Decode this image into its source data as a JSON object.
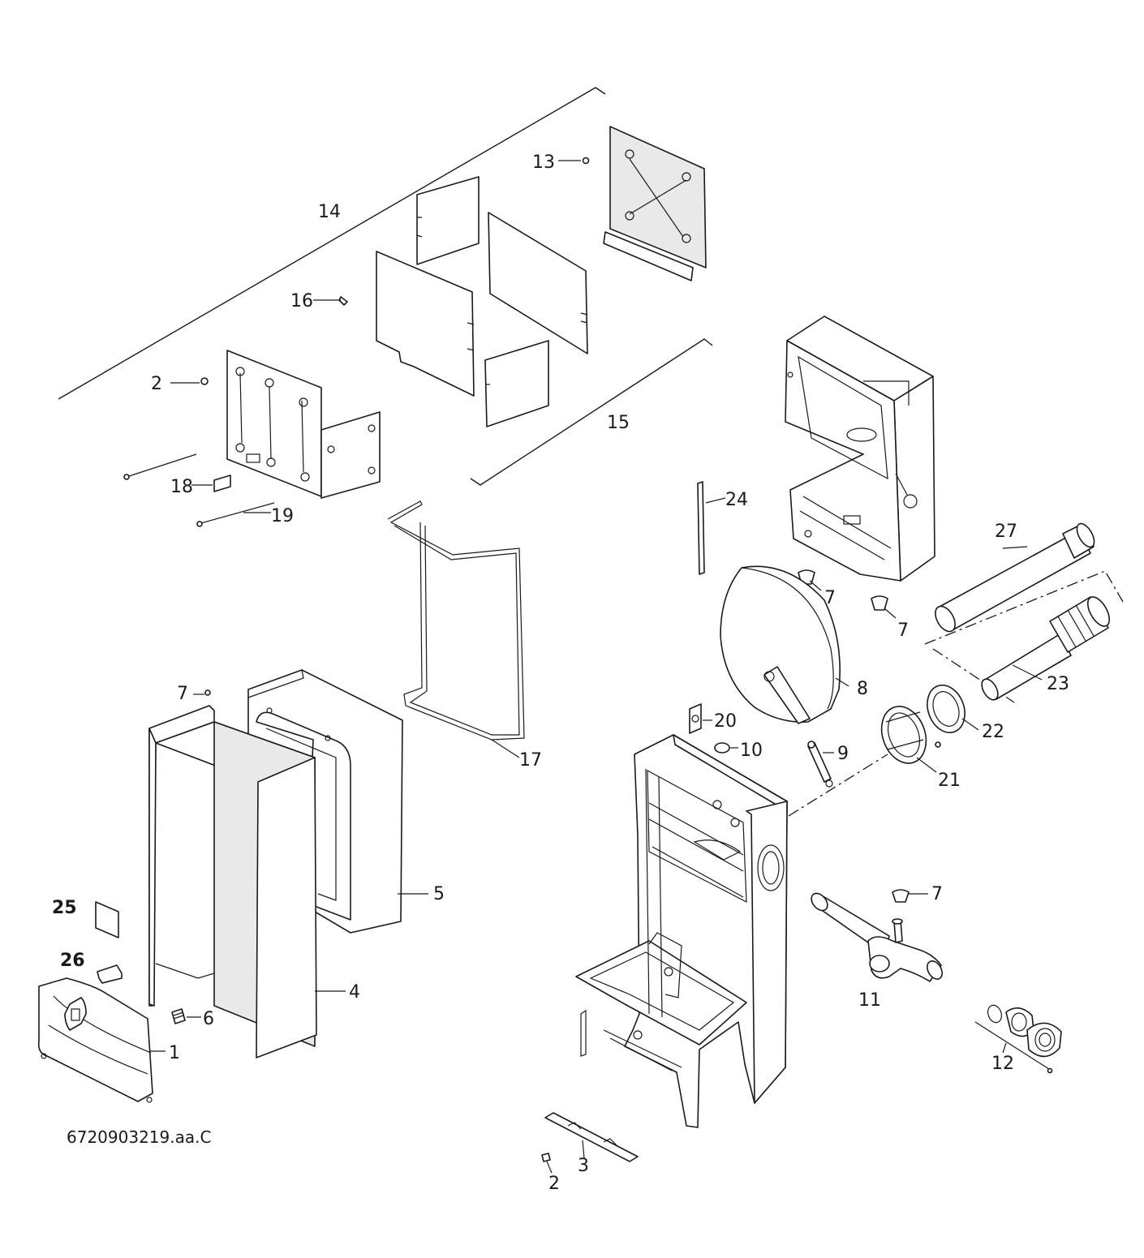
{
  "drawing_id": "6720903219.aa.C",
  "callouts": [
    {
      "id": "c1",
      "text": "1",
      "bold": false
    },
    {
      "id": "c2a",
      "text": "2",
      "bold": false
    },
    {
      "id": "c2b",
      "text": "2",
      "bold": false
    },
    {
      "id": "c3",
      "text": "3",
      "bold": false
    },
    {
      "id": "c4",
      "text": "4",
      "bold": false
    },
    {
      "id": "c5",
      "text": "5",
      "bold": false
    },
    {
      "id": "c6",
      "text": "6",
      "bold": false
    },
    {
      "id": "c7a",
      "text": "7",
      "bold": false
    },
    {
      "id": "c7b",
      "text": "7",
      "bold": false
    },
    {
      "id": "c7c",
      "text": "7",
      "bold": false
    },
    {
      "id": "c7d",
      "text": "7",
      "bold": false
    },
    {
      "id": "c8",
      "text": "8",
      "bold": false
    },
    {
      "id": "c9",
      "text": "9",
      "bold": false
    },
    {
      "id": "c10",
      "text": "10",
      "bold": false
    },
    {
      "id": "c11",
      "text": "11",
      "bold": false
    },
    {
      "id": "c12",
      "text": "12",
      "bold": false
    },
    {
      "id": "c13",
      "text": "13",
      "bold": false
    },
    {
      "id": "c14",
      "text": "14",
      "bold": false
    },
    {
      "id": "c15",
      "text": "15",
      "bold": false
    },
    {
      "id": "c16",
      "text": "16",
      "bold": false
    },
    {
      "id": "c17",
      "text": "17",
      "bold": false
    },
    {
      "id": "c18",
      "text": "18",
      "bold": false
    },
    {
      "id": "c19",
      "text": "19",
      "bold": false
    },
    {
      "id": "c20",
      "text": "20",
      "bold": false
    },
    {
      "id": "c21",
      "text": "21",
      "bold": false
    },
    {
      "id": "c22",
      "text": "22",
      "bold": false
    },
    {
      "id": "c23",
      "text": "23",
      "bold": false
    },
    {
      "id": "c24",
      "text": "24",
      "bold": false
    },
    {
      "id": "c25",
      "text": "25",
      "bold": true
    },
    {
      "id": "c26",
      "text": "26",
      "bold": true
    },
    {
      "id": "c27",
      "text": "27",
      "bold": false
    }
  ]
}
